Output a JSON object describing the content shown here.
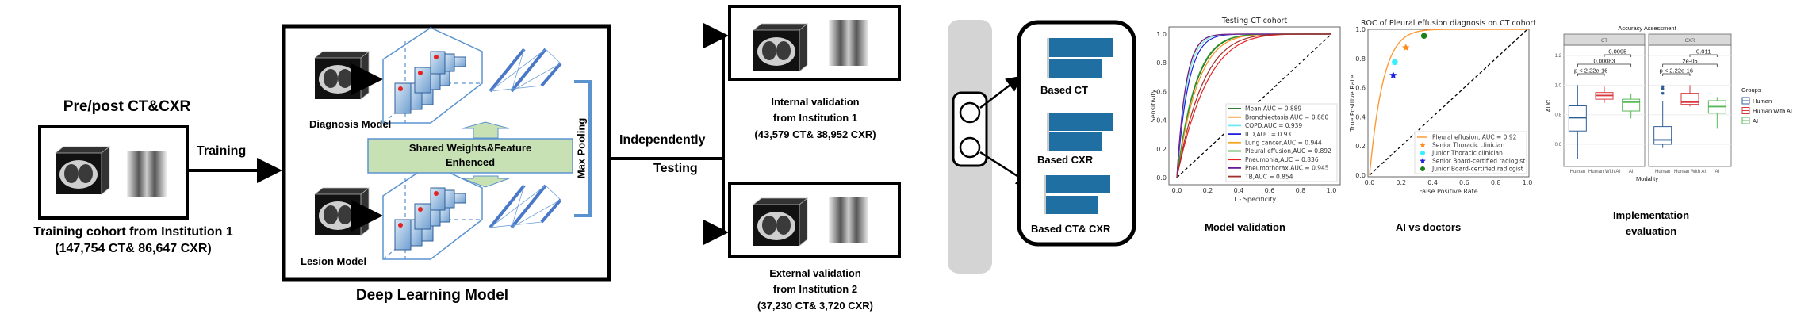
{
  "input": {
    "title": "Pre/post CT&CXR",
    "arrow_label": "Training",
    "cohort_line1": "Training cohort from Institution 1",
    "cohort_line2": "(147,754 CT& 86,647 CXR)"
  },
  "model": {
    "title": "Deep Learning Model",
    "diagnosis_label": "Diagnosis Model",
    "lesion_label": "Lesion Model",
    "shared_line1": "Shared Weights&Feature",
    "shared_line2": "Enhenced",
    "pooling_label": "Max Pooling"
  },
  "testing": {
    "line1": "Independently",
    "line2": "Testing",
    "internal": [
      "Internal validation",
      "from Institution 1",
      "(43,579 CT& 38,952 CXR)"
    ],
    "external": [
      "External validation",
      "from Institution 2",
      "(37,230 CT& 3,720 CXR)"
    ]
  },
  "outputs": {
    "labels": [
      "Based CT",
      "Based CXR",
      "Based CT& CXR"
    ]
  },
  "captions": {
    "model_validation": "Model validation",
    "ai_vs_doctors": "AI vs doctors",
    "implementation_line1": "Implementation",
    "implementation_line2": "evaluation"
  },
  "chart_data": [
    {
      "type": "line",
      "title": "Testing CT cohort",
      "xlabel": "1 - Specificity",
      "ylabel": "Sensitivity",
      "xlim": [
        0,
        1
      ],
      "ylim": [
        0,
        1
      ],
      "ticks": [
        "0.0",
        "0.2",
        "0.4",
        "0.6",
        "0.8",
        "1.0"
      ],
      "legend_placement": "lower-right",
      "series": [
        {
          "name": "Mean AUC = 0.889",
          "auc": 0.889,
          "color": "#1b6e1b"
        },
        {
          "name": "Bronchiectasis,AUC = 0.880",
          "auc": 0.88,
          "color": "#ff8c1a"
        },
        {
          "name": "COPD,AUC = 0.939",
          "auc": 0.939,
          "color": "#6fe9f2"
        },
        {
          "name": "ILD,AUC = 0.931",
          "auc": 0.931,
          "color": "#1f1fe0"
        },
        {
          "name": "Lung cancer,AUC = 0.944",
          "auc": 0.944,
          "color": "#f5a623"
        },
        {
          "name": "Pleural effusion,AUC = 0.892",
          "auc": 0.892,
          "color": "#2e9e2e"
        },
        {
          "name": "Pneumonia,AUC = 0.836",
          "auc": 0.836,
          "color": "#e82424"
        },
        {
          "name": "Pneumothorax,AUC = 0.945",
          "auc": 0.945,
          "color": "#6a1b9a"
        },
        {
          "name": "TB,AUC = 0.854",
          "auc": 0.854,
          "color": "#a0302a"
        }
      ]
    },
    {
      "type": "line",
      "title": "ROC of Pleural effusion diagnosis on CT cohort",
      "xlabel": "False Positive Rate",
      "ylabel": "True Positive Rate",
      "xlim": [
        0,
        1
      ],
      "ylim": [
        0,
        1
      ],
      "ticks": [
        "0.0",
        "0.2",
        "0.4",
        "0.6",
        "0.8",
        "1.0"
      ],
      "legend_placement": "lower-right",
      "curve": {
        "name": "Pleural effusion, AUC = 0.92",
        "auc": 0.92,
        "color": "#ff9a33"
      },
      "points": [
        {
          "name": "Senior Thoracic clinician",
          "x": 0.23,
          "y": 0.875,
          "color": "#ff8c1a",
          "marker": "star"
        },
        {
          "name": "Junior Thoracic clinician",
          "x": 0.16,
          "y": 0.775,
          "color": "#33f0ff",
          "marker": "circle"
        },
        {
          "name": "Senior Board-certified radiogist",
          "x": 0.15,
          "y": 0.685,
          "color": "#1f1fe0",
          "marker": "star"
        },
        {
          "name": "Junior Board-certified radiogist",
          "x": 0.345,
          "y": 0.955,
          "color": "#1a801a",
          "marker": "circle"
        }
      ]
    },
    {
      "type": "box",
      "title": "Accuracy Assessment",
      "xlabel": "Modality",
      "ylabel": "AUC",
      "ylim": [
        0.45,
        1.27
      ],
      "yticks": [
        "0.6",
        "0.8",
        "1.0",
        "1.2"
      ],
      "categories": [
        "Human",
        "Human With AI",
        "AI"
      ],
      "legend_title": "Groups",
      "colors": {
        "Human": "#2f5f98",
        "Human With AI": "#d8383c",
        "AI": "#5ab85a"
      },
      "panels": [
        {
          "name": "CT",
          "boxes": [
            {
              "group": "Human",
              "min": 0.5,
              "q1": 0.69,
              "median": 0.78,
              "q3": 0.86,
              "max": 1.0,
              "outliers": []
            },
            {
              "group": "Human With AI",
              "min": 0.88,
              "q1": 0.905,
              "median": 0.93,
              "q3": 0.95,
              "max": 0.99,
              "outliers": []
            },
            {
              "group": "AI",
              "min": 0.775,
              "q1": 0.825,
              "median": 0.885,
              "q3": 0.905,
              "max": 0.94,
              "outliers": []
            }
          ],
          "comparisons": [
            {
              "pair": [
                "Human With AI",
                "AI"
              ],
              "label": "0.0095"
            },
            {
              "pair": [
                "Human",
                "AI"
              ],
              "label": "0.00083"
            },
            {
              "pair": [
                "Human",
                "Human With AI"
              ],
              "label": "p < 2.22e-16"
            }
          ]
        },
        {
          "name": "CXR",
          "boxes": [
            {
              "group": "Human",
              "min": 0.575,
              "q1": 0.6,
              "median": 0.63,
              "q3": 0.72,
              "max": 0.89,
              "outliers": [
                0.99,
                0.975,
                0.945
              ]
            },
            {
              "group": "Human With AI",
              "min": 0.855,
              "q1": 0.87,
              "median": 0.885,
              "q3": 0.945,
              "max": 1.0,
              "outliers": []
            },
            {
              "group": "AI",
              "min": 0.705,
              "q1": 0.81,
              "median": 0.855,
              "q3": 0.895,
              "max": 0.92,
              "outliers": []
            }
          ],
          "comparisons": [
            {
              "pair": [
                "Human With AI",
                "AI"
              ],
              "label": "0.011"
            },
            {
              "pair": [
                "Human",
                "AI"
              ],
              "label": "2e-05"
            },
            {
              "pair": [
                "Human",
                "Human With AI"
              ],
              "label": "p < 2.22e-16"
            }
          ]
        }
      ]
    }
  ]
}
